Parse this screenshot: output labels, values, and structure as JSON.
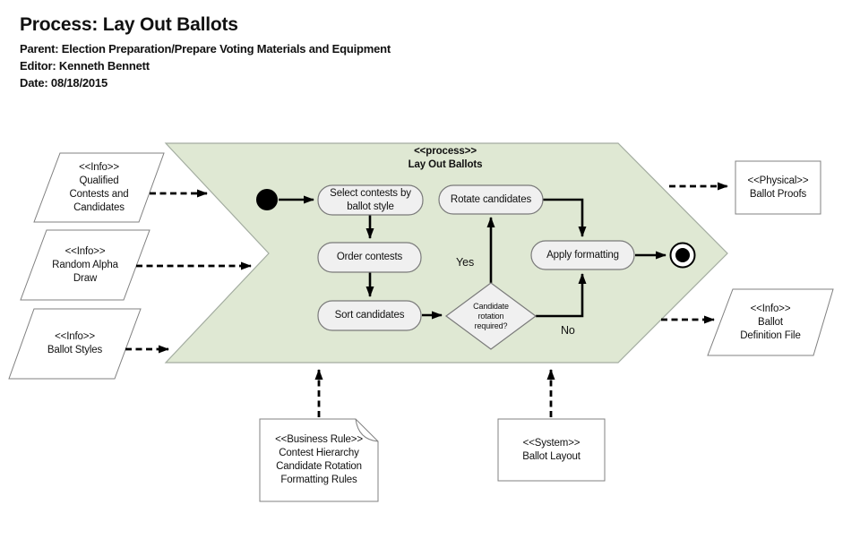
{
  "header": {
    "title": "Process: Lay Out Ballots",
    "parent": "Parent: Election Preparation/Prepare Voting Materials and Equipment",
    "editor": "Editor: Kenneth Bennett",
    "date": "Date: 08/18/2015"
  },
  "process": {
    "stereotype": "<<process>>",
    "name": "Lay Out Ballots"
  },
  "activities": {
    "select": "Select contests by\nballot style",
    "order": "Order contests",
    "sort": "Sort candidates",
    "rotate": "Rotate candidates",
    "apply": "Apply formatting"
  },
  "decision": {
    "label": "Candidate\nrotation\nrequired?",
    "yes": "Yes",
    "no": "No"
  },
  "inputs": [
    {
      "stereotype": "<<Info>>",
      "name": "Qualified\nContests and\nCandidates"
    },
    {
      "stereotype": "<<Info>>",
      "name": "Random Alpha\nDraw"
    },
    {
      "stereotype": "<<Info>>",
      "name": "Ballot Styles"
    }
  ],
  "outputs": [
    {
      "stereotype": "<<Physical>>",
      "name": "Ballot Proofs"
    },
    {
      "stereotype": "<<Info>>",
      "name": "Ballot\nDefinition File"
    }
  ],
  "references": [
    {
      "stereotype": "<<Business Rule>>",
      "name": "Contest Hierarchy\nCandidate Rotation\nFormatting Rules"
    },
    {
      "stereotype": "<<System>>",
      "name": "Ballot Layout"
    }
  ],
  "colors": {
    "process_fill": "#dfe8d3",
    "process_border": "#a3aca0",
    "node_fill": "#f0f0f0",
    "node_border": "#7a7a7a",
    "shape_border": "#808080",
    "arrow": "#000000"
  }
}
